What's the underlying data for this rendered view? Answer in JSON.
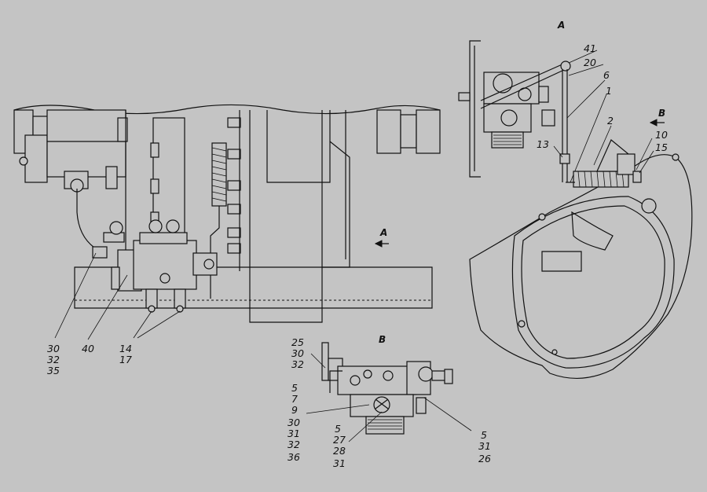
{
  "views": {
    "view_a": {
      "letter": "A"
    },
    "view_b": {
      "letter": "B"
    }
  },
  "arrows": {
    "a_arrow": "A",
    "b_arrow": "B"
  },
  "callouts": {
    "c_41": "41",
    "c_20": "20",
    "c_6": "6",
    "c_1": "1",
    "c_2": "2",
    "c_13": "13",
    "c_10": "10",
    "c_15": "15",
    "c_30a": "30",
    "c_32a": "32",
    "c_35a": "35",
    "c_40": "40",
    "c_14": "14",
    "c_17": "17",
    "c_25": "25",
    "c_30b": "30",
    "c_32b": "32",
    "c_5a": "5",
    "c_7": "7",
    "c_9": "9",
    "c_30c": "30",
    "c_31a": "31",
    "c_32c": "32",
    "c_36": "36",
    "c_5b": "5",
    "c_27": "27",
    "c_28": "28",
    "c_31b": "31",
    "c_5c": "5",
    "c_31c": "31",
    "c_26": "26"
  }
}
